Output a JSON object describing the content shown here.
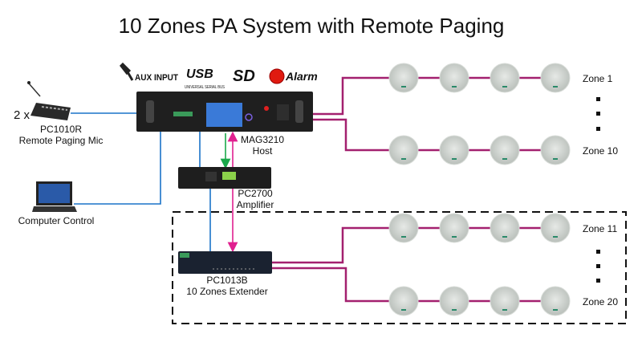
{
  "title": "10 Zones PA System with Remote Paging",
  "logos": {
    "aux": "AUX INPUT",
    "usb": "USB",
    "usb_sub": "UNIVERSAL SERIAL BUS",
    "sd": "SD",
    "alarm": "Alarm"
  },
  "devices": {
    "mic": {
      "qty": "2 x",
      "model": "PC1010R",
      "desc": "Remote Paging Mic"
    },
    "computer": {
      "desc": "Computer Control"
    },
    "host": {
      "model": "MAG3210",
      "desc": "Host"
    },
    "amplifier": {
      "model": "PC2700",
      "desc": "Amplifier"
    },
    "extender": {
      "model": "PC1013B",
      "desc": "10 Zones Extender"
    }
  },
  "zones": [
    "Zone 1",
    "Zone 10",
    "Zone 11",
    "Zone 20"
  ],
  "colors": {
    "data_line": "#1a73c8",
    "speaker_line": "#a3206f",
    "arrow_green": "#1aa84a",
    "arrow_pink": "#e0208f"
  }
}
